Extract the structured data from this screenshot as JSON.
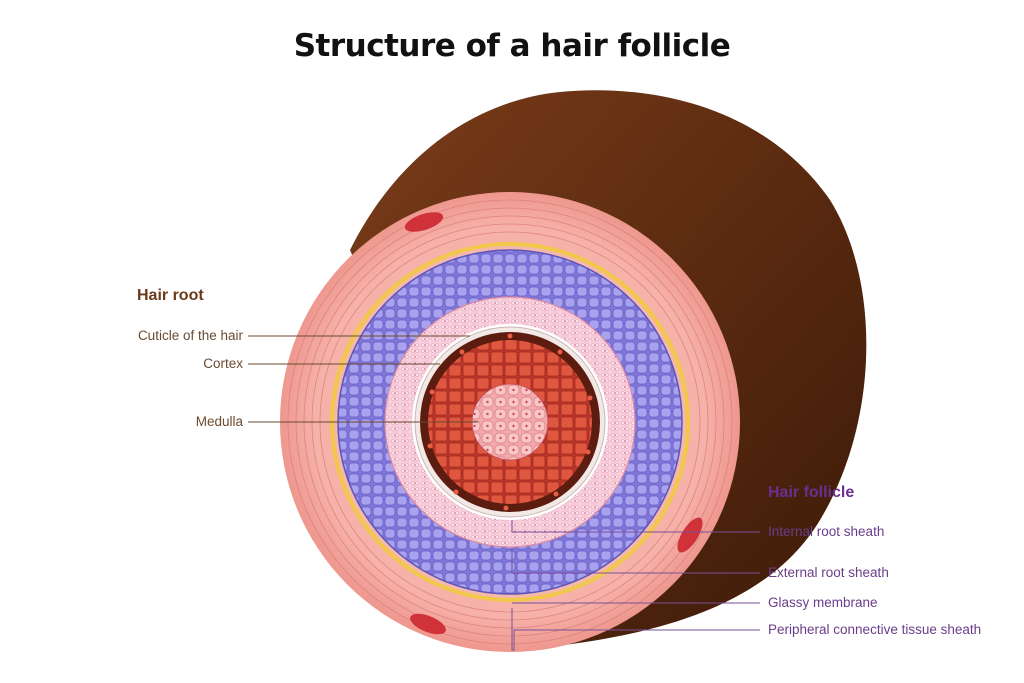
{
  "title": "Structure of a hair follicle",
  "groups": {
    "hair_root": {
      "heading": "Hair root",
      "labels": [
        "Cuticle of the hair",
        "Cortex",
        "Medulla"
      ]
    },
    "hair_follicle": {
      "heading": "Hair follicle",
      "labels": [
        "Internal root sheath",
        "External root sheath",
        "Glassy membrane",
        "Peripheral connective tissue sheath"
      ]
    }
  },
  "colors": {
    "hair_shaft": "#5a2a10",
    "connective_tissue": "#f4a9a0",
    "glassy_membrane": "#f2c84b",
    "external_root_sheath": "#8f86e0",
    "internal_root_sheath": "#f7c6d6",
    "cuticle": "#ffffff",
    "cortex": "#d9493a",
    "medulla": "#f6b3b5",
    "left_leader": "#6b4a2e",
    "right_leader": "#7a4f9a"
  }
}
